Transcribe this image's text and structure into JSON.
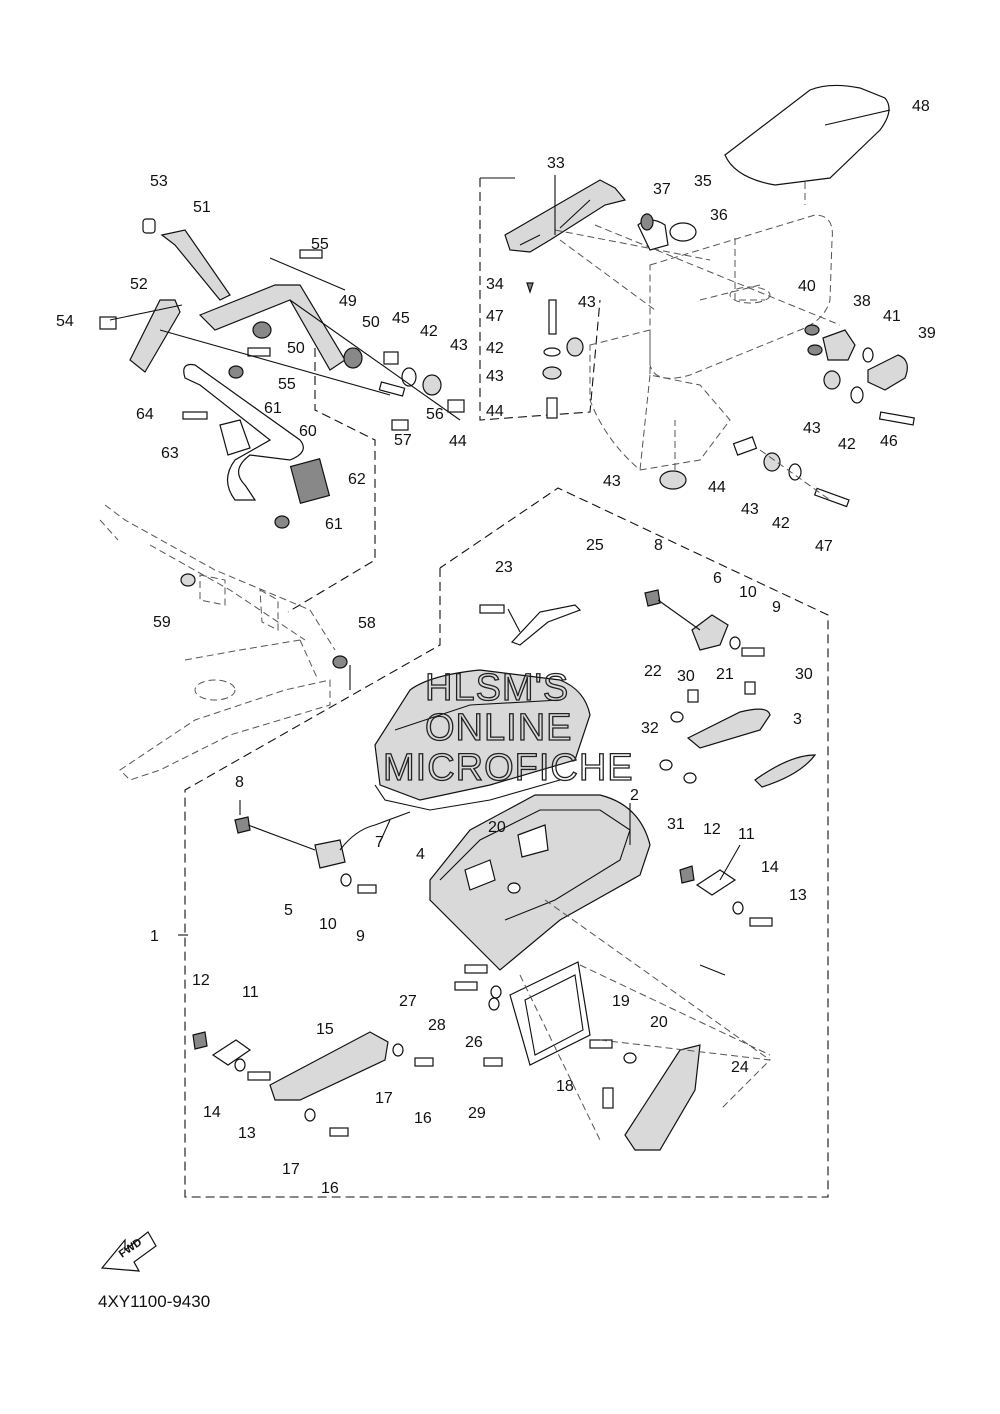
{
  "diagram": {
    "code": "4XY1100-9430",
    "watermark": [
      "HLSM'S",
      "ONLINE",
      "MICROFICHE"
    ],
    "fwd_label": "FWD",
    "labels": {
      "l1": "1",
      "l2": "2",
      "l3": "3",
      "l4": "4",
      "l5a": "5",
      "l6": "6",
      "l7": "7",
      "l8a": "8",
      "l8b": "8",
      "l9a": "9",
      "l9b": "9",
      "l10a": "10",
      "l10b": "10",
      "l11a": "11",
      "l11b": "11",
      "l12a": "12",
      "l12b": "12",
      "l13a": "13",
      "l13b": "13",
      "l14a": "14",
      "l14b": "14",
      "l15": "15",
      "l16a": "16",
      "l16b": "16",
      "l17a": "17",
      "l17b": "17",
      "l18": "18",
      "l19": "19",
      "l20a": "20",
      "l20b": "20",
      "l21": "21",
      "l22": "22",
      "l23": "23",
      "l24": "24",
      "l25": "25",
      "l26": "26",
      "l27": "27",
      "l28": "28",
      "l29": "29",
      "l30a": "30",
      "l30b": "30",
      "l31": "31",
      "l32": "32",
      "l33": "33",
      "l34": "34",
      "l35": "35",
      "l36": "36",
      "l37": "37",
      "l38": "38",
      "l39": "39",
      "l40": "40",
      "l41": "41",
      "l42a": "42",
      "l42b": "42",
      "l42c": "42",
      "l42d": "42",
      "l43a": "43",
      "l43b": "43",
      "l43c": "43",
      "l43d": "43",
      "l43e": "43",
      "l43f": "43",
      "l44a": "44",
      "l44b": "44",
      "l44c": "44",
      "l45": "45",
      "l46": "46",
      "l47a": "47",
      "l47b": "47",
      "l48": "48",
      "l49": "49",
      "l50a": "50",
      "l50b": "50",
      "l51": "51",
      "l52": "52",
      "l53": "53",
      "l54": "54",
      "l55a": "55",
      "l55b": "55",
      "l56": "56",
      "l57": "57",
      "l58": "58",
      "l59": "59",
      "l60": "60",
      "l61a": "61",
      "l61b": "61",
      "l62": "62",
      "l63": "63",
      "l64": "64"
    }
  }
}
